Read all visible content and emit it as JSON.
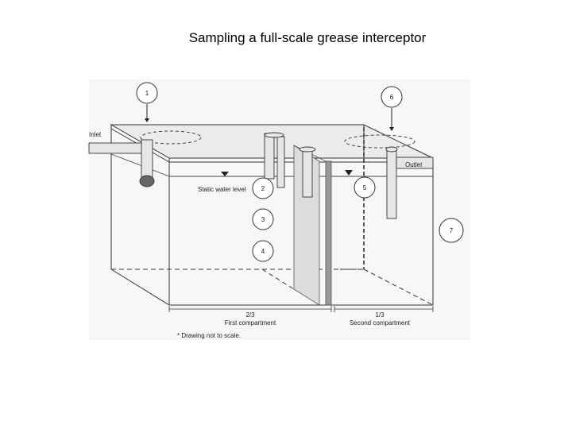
{
  "title": "Sampling a full-scale grease interceptor",
  "labels": {
    "inlet": "Inlet",
    "outlet": "Outlet",
    "static_water_level": "Static water level",
    "first_fraction": "2/3",
    "first_compartment": "First compartment",
    "second_fraction": "1/3",
    "second_compartment": "Second compartment",
    "note": "* Drawing not to scale."
  },
  "sampling_points": [
    "1",
    "2",
    "3",
    "4",
    "5",
    "6",
    "7"
  ]
}
